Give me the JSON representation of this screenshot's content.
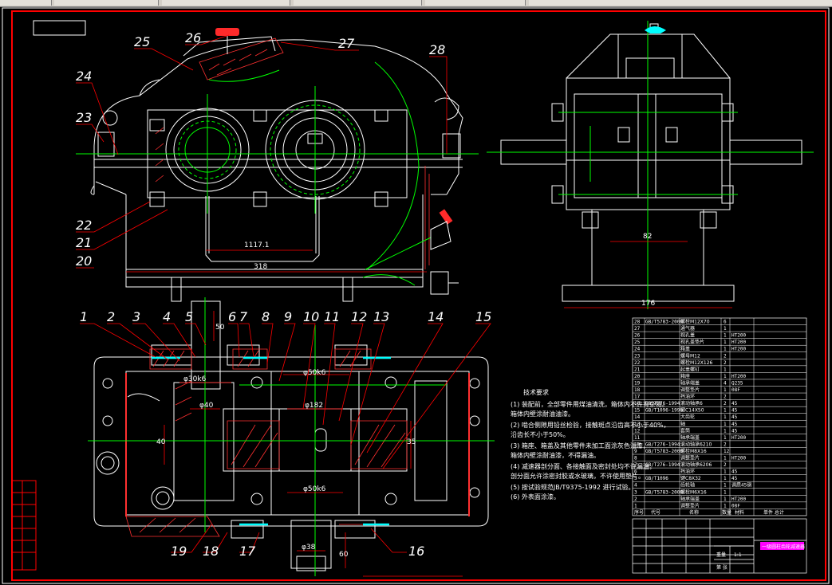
{
  "colors": {
    "frame": "#ff0000",
    "outline": "#ffffff",
    "center": "#00ff00",
    "dim": "#ff0000",
    "hatch": "#ff3030",
    "seal": "#00ffff",
    "handle": "#ff2a2a",
    "title_fill": "#ff00ff"
  },
  "balloons": {
    "top": [
      {
        "n": "25",
        "label": "25"
      },
      {
        "n": "26",
        "label": "26"
      },
      {
        "n": "27",
        "label": "27"
      },
      {
        "n": "28",
        "label": "28"
      },
      {
        "n": "24",
        "label": "24"
      },
      {
        "n": "23",
        "label": "23"
      },
      {
        "n": "22",
        "label": "22"
      },
      {
        "n": "21",
        "label": "21"
      },
      {
        "n": "20",
        "label": "20"
      }
    ],
    "plan_top": [
      "1",
      "2",
      "3",
      "4",
      "5",
      "6",
      "7",
      "8",
      "9",
      "10",
      "11",
      "12",
      "13",
      "14",
      "15"
    ],
    "plan_bottom": [
      "19",
      "18",
      "17",
      "16"
    ]
  },
  "dims": {
    "front_small": "1117.1",
    "front_long": "318",
    "side_width": "82",
    "side_base": "176",
    "d30": "φ30k6",
    "d40": "φ40",
    "d50_top": "φ50k6",
    "d182": "φ182",
    "d50_bot": "φ50k6",
    "d38": "φ38",
    "h40": "40",
    "v35": "35",
    "v50": "50",
    "v60": "60"
  },
  "tech": {
    "title": "技术要求",
    "lines": [
      "(1) 装配前，全部零件用煤油清洗，箱体内不许有杂物。",
      "    箱体内壁涂耐油油漆。",
      "(2) 啮合侧隙用铅丝检验，接触斑点沿齿高不小于40%，",
      "    沿齿长不小于50%。",
      "(3) 箱座、箱盖及其他零件未加工面涂灰色油漆，",
      "    箱体内壁涂耐油漆，不得漏油。",
      "(4) 减速器剖分面、各接触面及密封处均不许漏油，",
      "    剖分面允许涂密封胶或水玻璃，不许使用垫片。",
      "(5) 按试验规范JB/T9375-1992 进行试验。",
      "(6) 外表面涂漆。"
    ]
  },
  "parts": [
    {
      "no": "28",
      "code": "GB/T5783-2000",
      "name": "螺栓M12X70",
      "qty": "6",
      "mat": ""
    },
    {
      "no": "27",
      "code": "",
      "name": "通气器",
      "qty": "1",
      "mat": ""
    },
    {
      "no": "26",
      "code": "",
      "name": "视孔盖",
      "qty": "1",
      "mat": "HT200"
    },
    {
      "no": "25",
      "code": "",
      "name": "视孔盖垫片",
      "qty": "1",
      "mat": "HT200"
    },
    {
      "no": "24",
      "code": "",
      "name": "箱盖",
      "qty": "1",
      "mat": "HT200"
    },
    {
      "no": "23",
      "code": "",
      "name": "螺母M12",
      "qty": "2",
      "mat": ""
    },
    {
      "no": "22",
      "code": "",
      "name": "螺栓M12X126",
      "qty": "2",
      "mat": ""
    },
    {
      "no": "21",
      "code": "",
      "name": "起盖螺钉",
      "qty": "1",
      "mat": ""
    },
    {
      "no": "20",
      "code": "",
      "name": "箱座",
      "qty": "1",
      "mat": "HT200"
    },
    {
      "no": "19",
      "code": "",
      "name": "轴承端盖",
      "qty": "4",
      "mat": "Q235"
    },
    {
      "no": "18",
      "code": "",
      "name": "调整垫片",
      "qty": "1",
      "mat": "08F"
    },
    {
      "no": "17",
      "code": "",
      "name": "挡油环",
      "qty": "2",
      "mat": ""
    },
    {
      "no": "16",
      "code": "GB/T276-1994",
      "name": "滚动轴承6",
      "qty": "2",
      "mat": "45"
    },
    {
      "no": "15",
      "code": "GB/T1096-1990",
      "name": "键C14X50",
      "qty": "1",
      "mat": "45"
    },
    {
      "no": "14",
      "code": "",
      "name": "大齿轮",
      "qty": "1",
      "mat": "45"
    },
    {
      "no": "13",
      "code": "",
      "name": "轴",
      "qty": "1",
      "mat": "45"
    },
    {
      "no": "12",
      "code": "",
      "name": "套筒",
      "qty": "1",
      "mat": "45"
    },
    {
      "no": "11",
      "code": "",
      "name": "轴承端盖",
      "qty": "1",
      "mat": "HT200"
    },
    {
      "no": "10",
      "code": "GB/T276-1994",
      "name": "滚动轴承6210",
      "qty": "2",
      "mat": ""
    },
    {
      "no": "9",
      "code": "GB/T5783-2000",
      "name": "螺栓M8X16",
      "qty": "12",
      "mat": ""
    },
    {
      "no": "8",
      "code": "",
      "name": "调整垫片",
      "qty": "1",
      "mat": "HT200"
    },
    {
      "no": "7",
      "code": "GB/T276-1994",
      "name": "滚动轴承6206",
      "qty": "2",
      "mat": ""
    },
    {
      "no": "6",
      "code": "",
      "name": "挡油环",
      "qty": "1",
      "mat": "45"
    },
    {
      "no": "5",
      "code": "GB/T1096",
      "name": "键C8X32",
      "qty": "1",
      "mat": "45"
    },
    {
      "no": "4",
      "code": "",
      "name": "齿轮轴",
      "qty": "1",
      "mat": "调质45钢"
    },
    {
      "no": "3",
      "code": "GB/T5783-2000",
      "name": "螺栓M6X16",
      "qty": "1",
      "mat": ""
    },
    {
      "no": "2",
      "code": "",
      "name": "轴承端盖",
      "qty": "1",
      "mat": "HT200"
    },
    {
      "no": "1",
      "code": "",
      "name": "调整垫片",
      "qty": "1",
      "mat": "08F"
    }
  ],
  "table_header": {
    "no": "序号",
    "code": "代号",
    "name": "名称",
    "qty": "数量",
    "mat": "材料",
    "note": "单件 总计"
  },
  "title_block": {
    "drawing_name": "一级圆柱齿轮减速器",
    "scale": "1:1",
    "sheet": "第 张",
    "mass": "重量"
  }
}
